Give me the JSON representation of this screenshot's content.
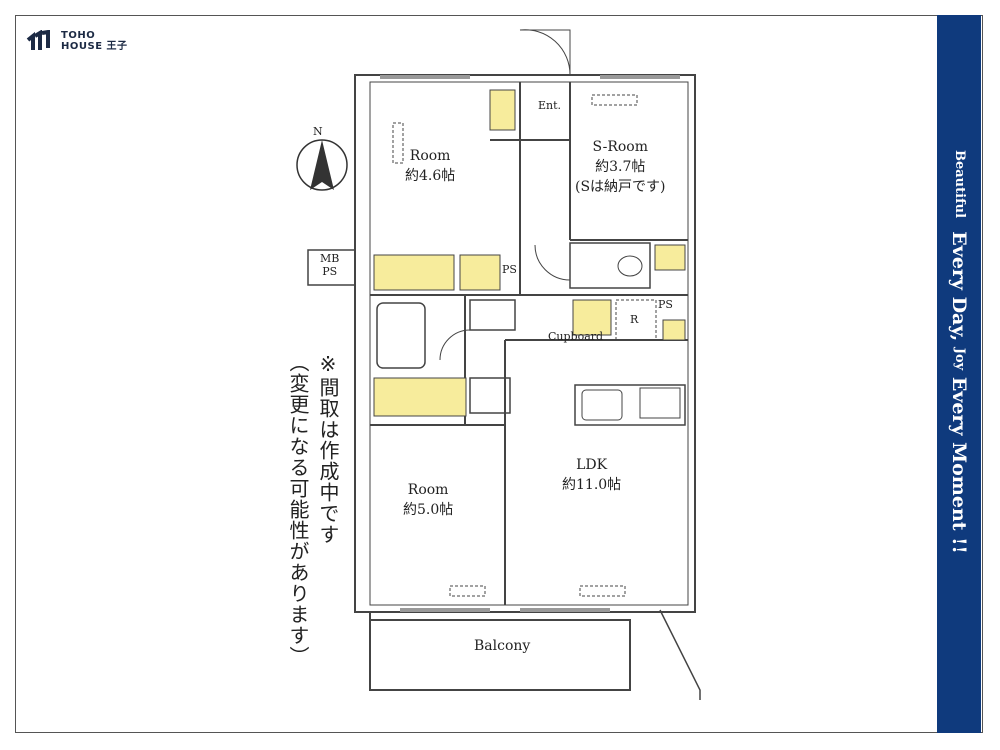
{
  "logo": {
    "line1": "TOHO",
    "line2": "HOUSE 王子"
  },
  "tagline": {
    "small": "Beautiful",
    "main": "Every Day, ",
    "joy": "Joy",
    "rest": " Every Moment !!"
  },
  "compass": {
    "label": "N"
  },
  "rooms": {
    "room_north": {
      "name": "Room",
      "size": "約4.6帖"
    },
    "s_room": {
      "name": "S-Room",
      "size": "約3.7帖",
      "note": "(Sは納戸です)"
    },
    "entrance": {
      "name": "Ent."
    },
    "room_south": {
      "name": "Room",
      "size": "約5.0帖"
    },
    "ldk": {
      "name": "LDK",
      "size": "約11.0帖"
    },
    "balcony": {
      "name": "Balcony"
    },
    "cupboard": {
      "name": "Cupboard"
    },
    "refrigerator": {
      "name": "R"
    },
    "ps1": {
      "name": "PS"
    },
    "ps2": {
      "name": "PS"
    },
    "mbps": {
      "line1": "MB",
      "line2": "PS"
    }
  },
  "notes": {
    "line1": "※間取は作成中です",
    "line2": "（変更になる可能性があります）"
  },
  "colors": {
    "band": "#0f3a7d",
    "storage": "#f7ec9c",
    "wall": "#444444"
  }
}
